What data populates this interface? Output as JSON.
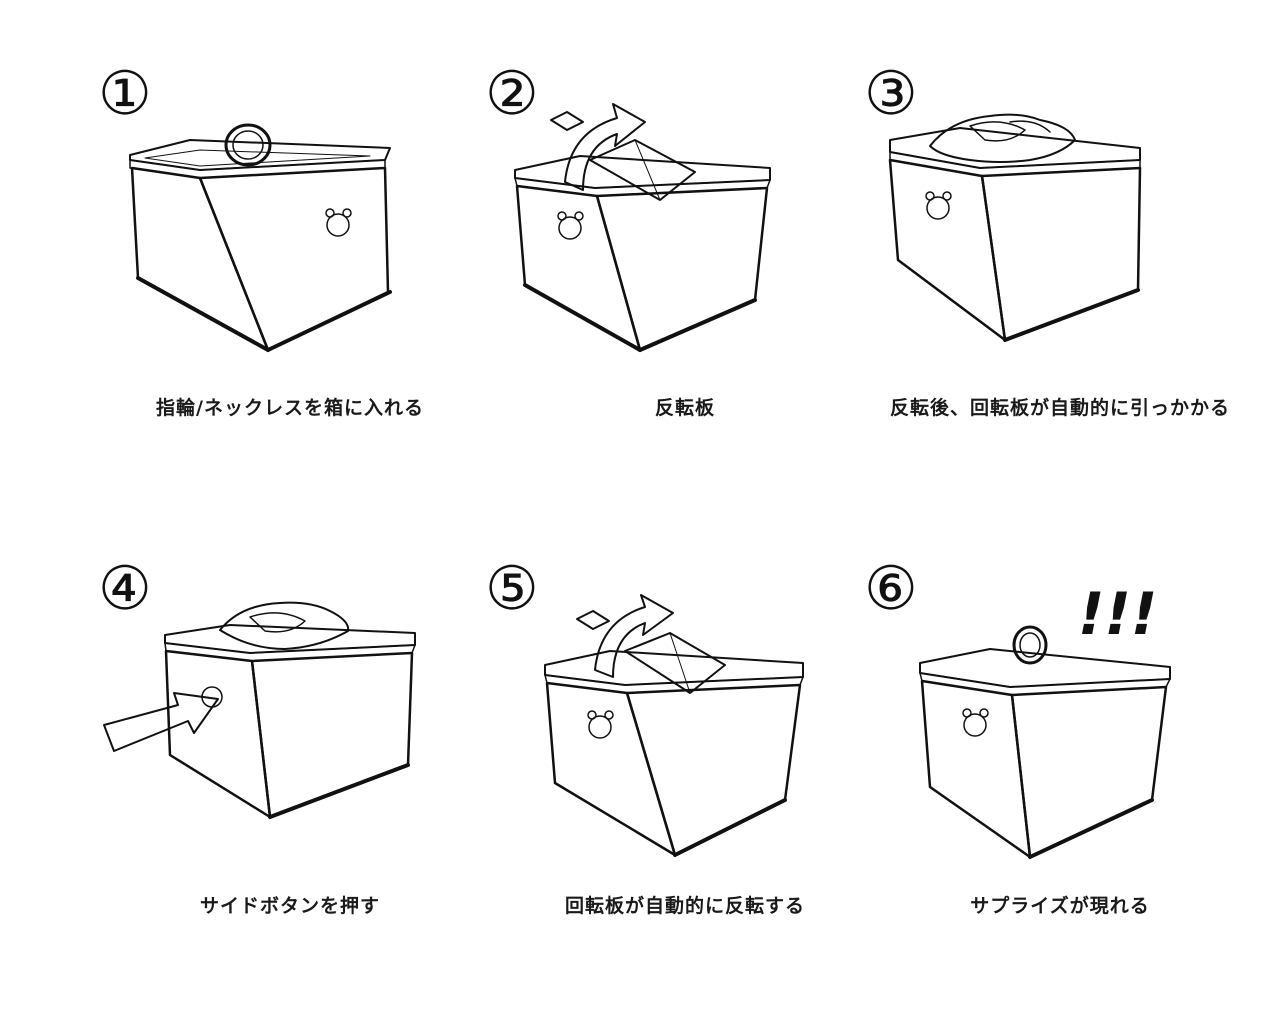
{
  "steps": [
    {
      "number": "①",
      "caption": "指輪/ネックレスを箱に入れる",
      "illustration": "box-with-ring"
    },
    {
      "number": "②",
      "caption": "反転板",
      "illustration": "box-with-flipping-plate"
    },
    {
      "number": "③",
      "caption": "反転後、回転板が自動的に引っかかる",
      "illustration": "box-with-flower-cover"
    },
    {
      "number": "④",
      "caption": "サイドボタンを押す",
      "illustration": "box-with-button-arrow"
    },
    {
      "number": "⑤",
      "caption": "回転板が自動的に反転する",
      "illustration": "box-with-flipping-plate"
    },
    {
      "number": "⑥",
      "caption": "サプライズが現れる",
      "illustration": "box-with-ring-surprise",
      "exclamation": "!!!"
    }
  ]
}
